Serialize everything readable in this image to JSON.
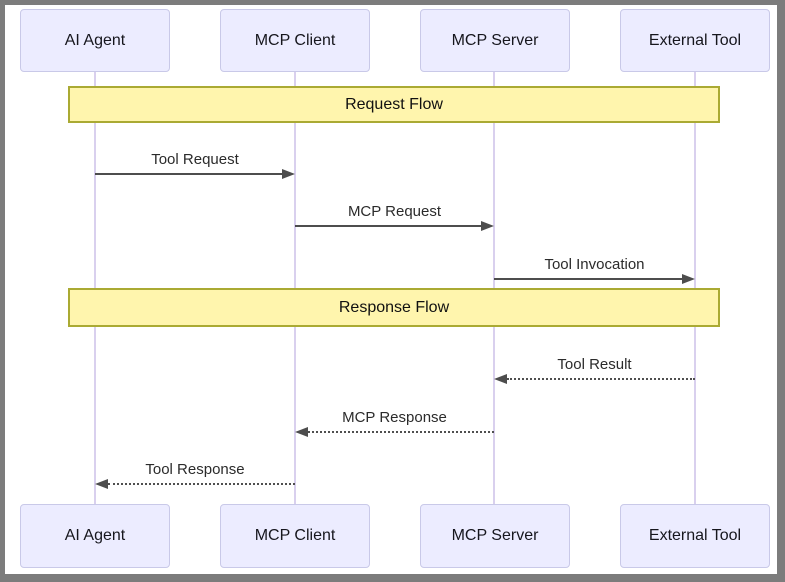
{
  "diagram": {
    "type": "sequence-diagram",
    "actors": [
      {
        "label": "AI Agent"
      },
      {
        "label": "MCP Client"
      },
      {
        "label": "MCP Server"
      },
      {
        "label": "External Tool"
      }
    ],
    "sections": [
      {
        "label": "Request Flow"
      },
      {
        "label": "Response Flow"
      }
    ],
    "messages": [
      {
        "label": "Tool Request",
        "from": "AI Agent",
        "to": "MCP Client",
        "line": "solid",
        "direction": "right"
      },
      {
        "label": "MCP Request",
        "from": "MCP Client",
        "to": "MCP Server",
        "line": "solid",
        "direction": "right"
      },
      {
        "label": "Tool Invocation",
        "from": "MCP Server",
        "to": "External Tool",
        "line": "solid",
        "direction": "right"
      },
      {
        "label": "Tool Result",
        "from": "External Tool",
        "to": "MCP Server",
        "line": "dotted",
        "direction": "left"
      },
      {
        "label": "MCP Response",
        "from": "MCP Server",
        "to": "MCP Client",
        "line": "dotted",
        "direction": "left"
      },
      {
        "label": "Tool Response",
        "from": "MCP Client",
        "to": "AI Agent",
        "line": "dotted",
        "direction": "left"
      }
    ],
    "colors": {
      "actor_fill": "#ECECFF",
      "actor_border": "#C9C9E8",
      "lifeline": "#D9D0EE",
      "section_fill": "#FFF5AD",
      "section_border": "#AAAA33",
      "arrow": "#4D4D4D",
      "frame_border": "#7C7C7C"
    }
  }
}
